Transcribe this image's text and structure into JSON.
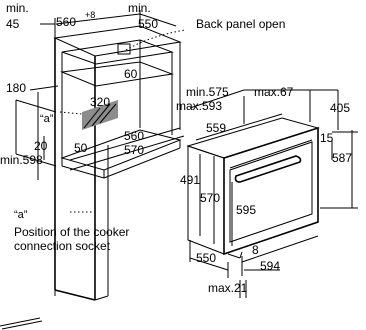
{
  "dimensions": {
    "min_left": "min.",
    "d45": "45",
    "d560_top": "560",
    "d560_sup": "+8",
    "min_right": "min.",
    "d550_top": "550",
    "d60": "60",
    "d180": "180",
    "d320": "320",
    "a_marker": "“a”",
    "d20": "20",
    "d50": "50",
    "min598": "min.598",
    "d560_mid": "560",
    "d570_mid": "570",
    "max575": "min.575",
    "max593": "max.593",
    "max67": "max.67",
    "d405": "405",
    "d559": "559",
    "d15": "15",
    "d587": "587",
    "d491": "491",
    "d570_oven": "570",
    "d595": "595",
    "d550_bottom": "550",
    "d8": "8",
    "d594": "594",
    "max21": "max.21"
  },
  "labels": {
    "back_panel": "Back panel open",
    "a_legend": "“a”",
    "a_desc_line1": "Position of the cooker",
    "a_desc_line2": "connection socket"
  }
}
